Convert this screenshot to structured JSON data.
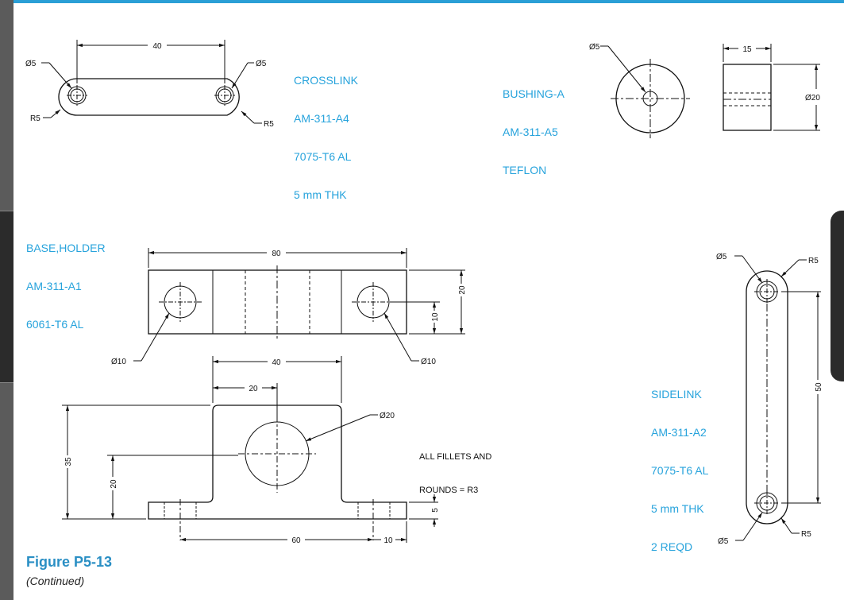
{
  "parts": {
    "crosslink": [
      "CROSSLINK",
      "AM-311-A4",
      "7075-T6 AL",
      "5 mm THK"
    ],
    "bushing": [
      "BUSHING-A",
      "AM-311-A5",
      "TEFLON"
    ],
    "base": [
      "BASE,HOLDER",
      "AM-311-A1",
      "6061-T6 AL"
    ],
    "sidelink": [
      "SIDELINK",
      "AM-311-A2",
      "7075-T6 AL",
      "5 mm THK",
      "2 REQD"
    ]
  },
  "note": [
    "ALL FILLETS AND",
    "ROUNDS = R3"
  ],
  "dims": {
    "crosslink": {
      "length": "40",
      "hole_left": "Ø5",
      "hole_right": "Ø5",
      "radius_left": "R5",
      "radius_right": "R5"
    },
    "bushing": {
      "hole": "Ø5",
      "width": "15",
      "diameter": "Ø20"
    },
    "base_top": {
      "length": "80",
      "height": "20",
      "offset": "10",
      "hole_left": "Ø10",
      "hole_right": "Ø10"
    },
    "base_front": {
      "top_width": "40",
      "center": "20",
      "bore": "Ø20",
      "height": "35",
      "center_height": "20",
      "base_thk": "5",
      "hole_span": "60",
      "edge": "10"
    },
    "sidelink": {
      "hole_top": "Ø5",
      "radius_top": "R5",
      "length": "50",
      "hole_bottom": "Ø5",
      "radius_bottom": "R5"
    }
  },
  "figure": {
    "title": "Figure P5-13",
    "subtitle": "(Continued)"
  }
}
